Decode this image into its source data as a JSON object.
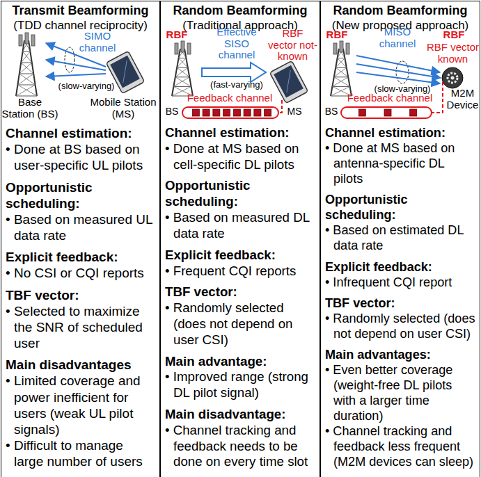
{
  "diagram": {
    "nodes": [
      {
        "text": [
          "Transmit Beamforming",
          "(TDD channel reciprocity)",
          "Channel estimation:",
          "• Done at BS based on user-specific UL pilots",
          "Opportunistic scheduling:",
          "• Based on measured UL data rate",
          "Explicit feedback:",
          "• No CSI or CQI reports",
          "TBF vector:",
          "• Selected to maximize the SNR of scheduled user",
          "Main disadvantages",
          "• Limited coverage and power inefficient for users (weak UL pilot signals)",
          "• Difficult to manage large number of users"
        ]
      },
      {
        "text": [
          "Random Beamforming",
          "(Traditional approach)",
          "Channel estimation:",
          "• Done at MS based on cell-specific DL pilots",
          "Opportunistic scheduling:",
          "• Based on measured DL data rate",
          "Explicit feedback:",
          "• Frequent CQI reports",
          "TBF vector:",
          "• Randomly selected (does not depend on user CSI)",
          "Main advantage:",
          "• Improved range (strong DL pilot signal)",
          "Main disadvantage:",
          "• Channel tracking and feedback needs to be done on every time slot"
        ]
      },
      {
        "text": [
          "Random Beamforming",
          "(New proposed approach)",
          "Channel estimation:",
          "• Done at MS based on antenna-specific DL pilots",
          "Opportunistic scheduling:",
          "• Based on estimated DL data rate",
          "Explicit feedback:",
          "• Infrequent CQI report",
          "TBF vector:",
          "• Randomly selected (does not depend on user CSI)",
          "Main advantages:",
          "• Even better coverage (weight-free DL pilots with a larger time duration)",
          "• Channel tracking and feedback less frequent (M2M devices can sleep)"
        ]
      }
    ],
    "labels": [
      "SIMO channel",
      "(slow-varying)",
      "Base Station (BS)",
      "Mobile Station (MS)",
      "RBF",
      "Effective SISO channel",
      "RBF vector not-known",
      "(fast-varying)",
      "BS",
      "Feedback channel",
      "MS",
      "RBF",
      "MISO channel",
      "RBF",
      "RBF vector known",
      "(slow-varying)",
      "BS",
      "M2M Device",
      "Feedback channel"
    ]
  }
}
